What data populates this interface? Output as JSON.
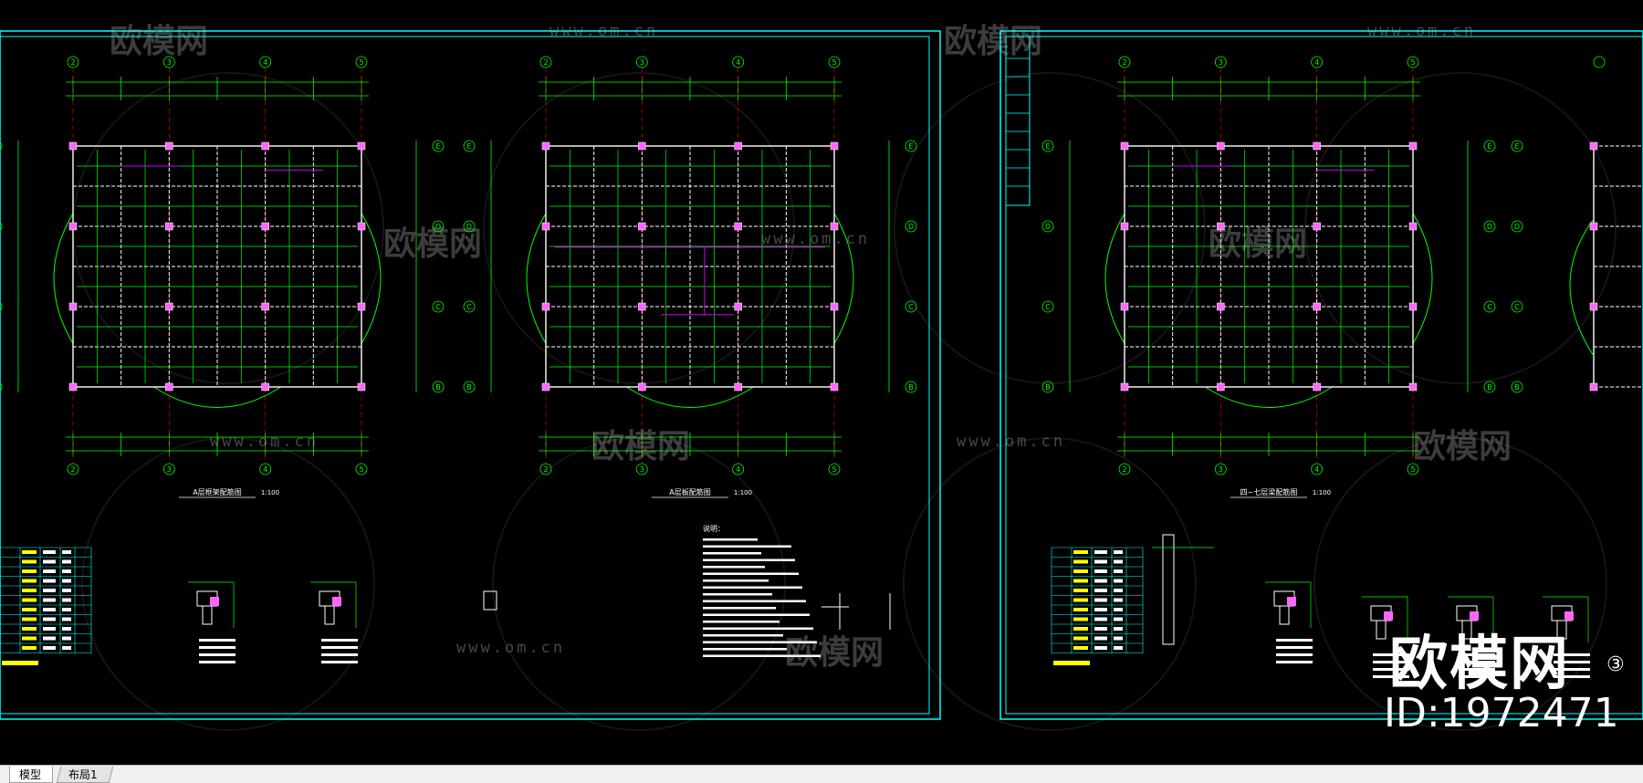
{
  "drawing": {
    "plan_titles": [
      "A层框架配筋图",
      "A层板配筋图",
      "四~七层梁配筋图"
    ],
    "scale_label": "1:100",
    "grid_letters": [
      "E",
      "D",
      "C",
      "B"
    ],
    "grid_numbers": [
      "2",
      "3",
      "4",
      "5"
    ],
    "notes_heading": "说明："
  },
  "watermark": {
    "brand": "欧模网",
    "id": "ID:1972471",
    "url": "www.om.cn",
    "corner_mark": "③"
  },
  "tabs": {
    "model": "模型",
    "layout1": "布局1"
  },
  "colors": {
    "background": "#000000",
    "frame": "#00ffff",
    "grid": "#00ff00",
    "beam": "#ffffff",
    "column": "#ff66ff",
    "axis": "#ff0000",
    "dim": "#ffff00",
    "accent": "#cc00ff"
  }
}
